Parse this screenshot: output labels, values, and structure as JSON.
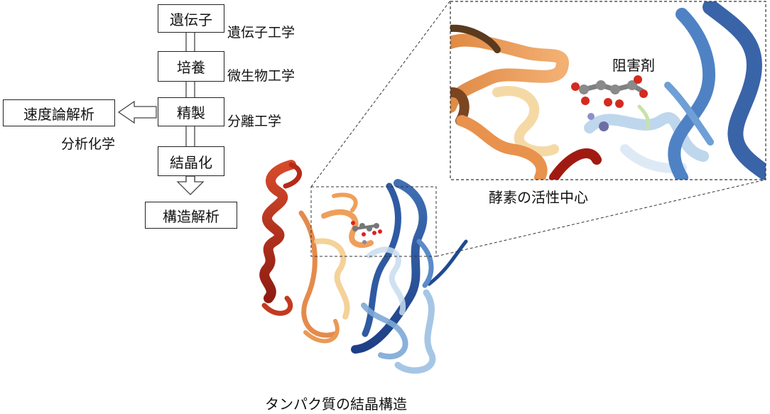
{
  "flow": {
    "steps": [
      "遺伝子",
      "培養",
      "精製",
      "結晶化"
    ],
    "final": "構造解析",
    "side_labels": [
      "遺伝子工学",
      "微生物工学",
      "分離工学"
    ],
    "branch_box": "速度論解析",
    "branch_label": "分析化学"
  },
  "protein": {
    "caption": "タンパク質の結晶構造"
  },
  "zoom": {
    "inhibitor_label": "阻害剤",
    "caption": "酵素の活性中心"
  }
}
